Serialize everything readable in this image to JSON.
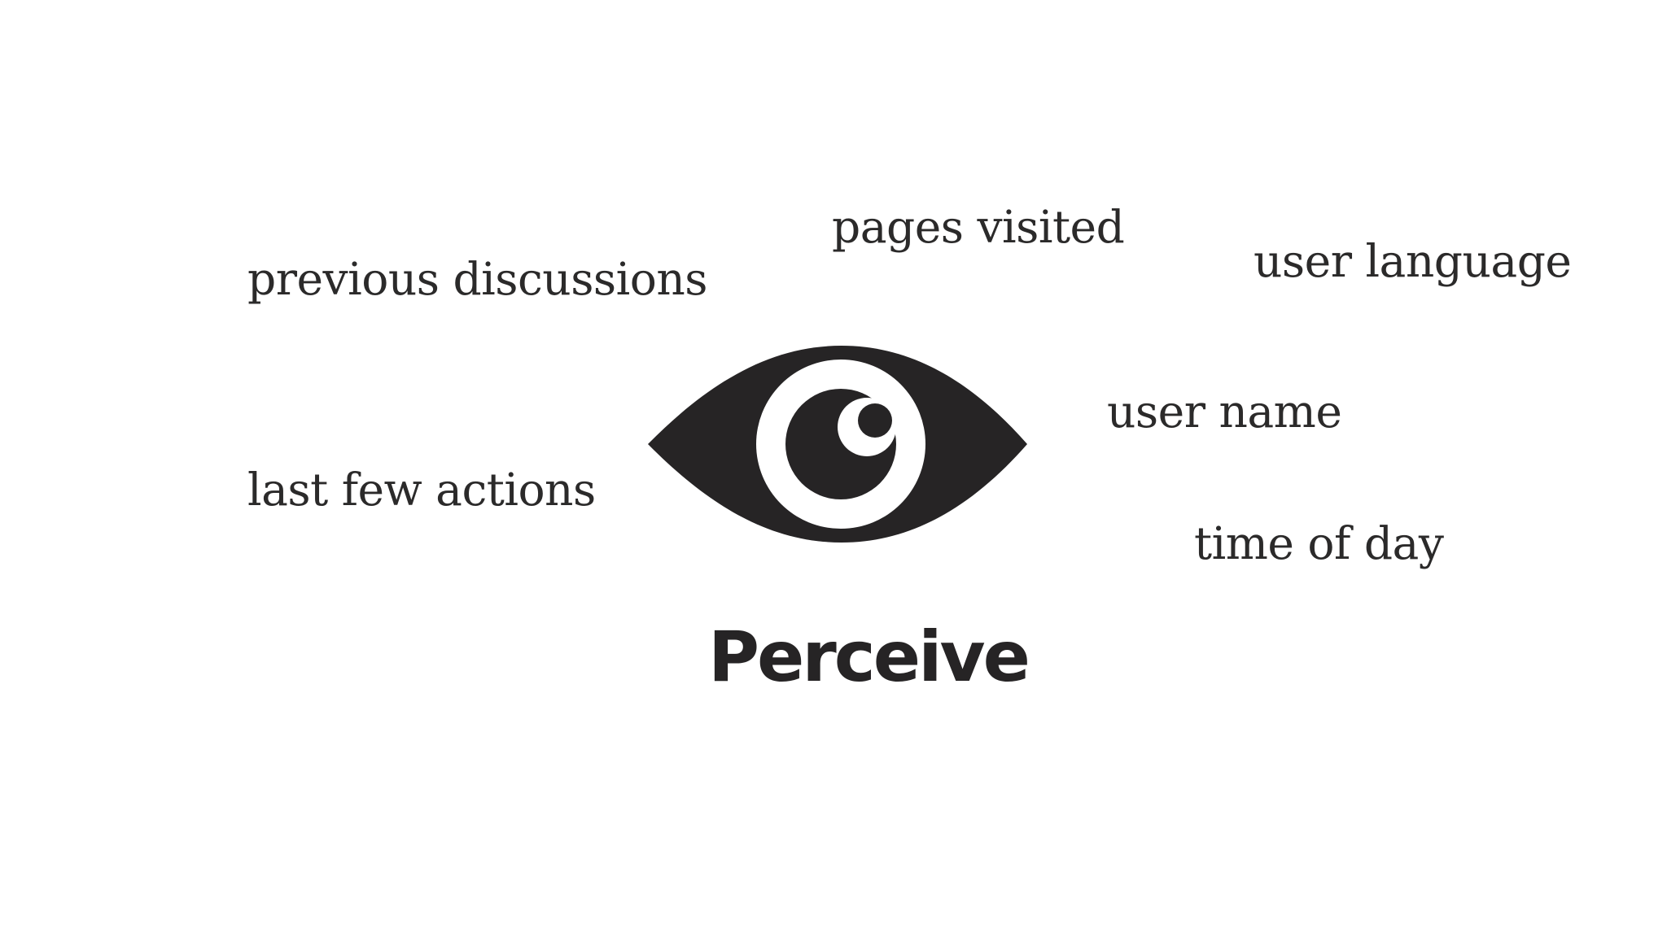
{
  "slide": {
    "title": "Perceive",
    "terms": {
      "previous_discussions": "previous discussions",
      "pages_visited": "pages visited",
      "user_language": "user language",
      "user_name": "user name",
      "last_few_actions": "last few actions",
      "time_of_day": "time of day"
    },
    "icon": "eye-icon",
    "colors": {
      "ink": "#2b2a2a",
      "background": "#ffffff"
    }
  }
}
